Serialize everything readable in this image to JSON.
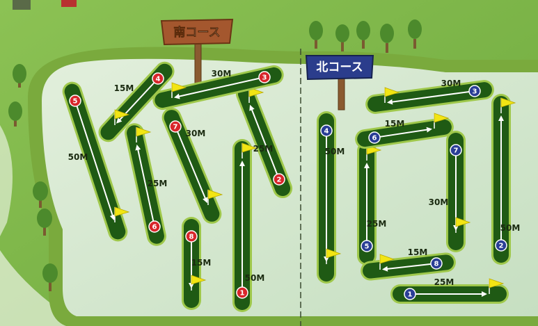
{
  "signs": {
    "south": "南コース",
    "north": "北コース"
  },
  "colors": {
    "south_marker": "#d8262b",
    "north_marker": "#2a3e96",
    "fairway": "#1f5a14",
    "fairway_edge": "#9fc84b",
    "flag": "#f2e514",
    "course_field": "#d9ead6",
    "grass": "#7db54a"
  },
  "south_holes": [
    {
      "number": "1",
      "distance": "50M"
    },
    {
      "number": "2",
      "distance": "25M"
    },
    {
      "number": "3",
      "distance": "30M"
    },
    {
      "number": "4",
      "distance": "15M"
    },
    {
      "number": "5",
      "distance": "50M"
    },
    {
      "number": "6",
      "distance": "25M"
    },
    {
      "number": "7",
      "distance": "30M"
    },
    {
      "number": "8",
      "distance": "15M"
    }
  ],
  "north_holes": [
    {
      "number": "1",
      "distance": "25M"
    },
    {
      "number": "2",
      "distance": "50M"
    },
    {
      "number": "3",
      "distance": "30M"
    },
    {
      "number": "4",
      "distance": "50M"
    },
    {
      "number": "5",
      "distance": "25M"
    },
    {
      "number": "6",
      "distance": "15M"
    },
    {
      "number": "7",
      "distance": "30M"
    },
    {
      "number": "8",
      "distance": "15M"
    }
  ]
}
